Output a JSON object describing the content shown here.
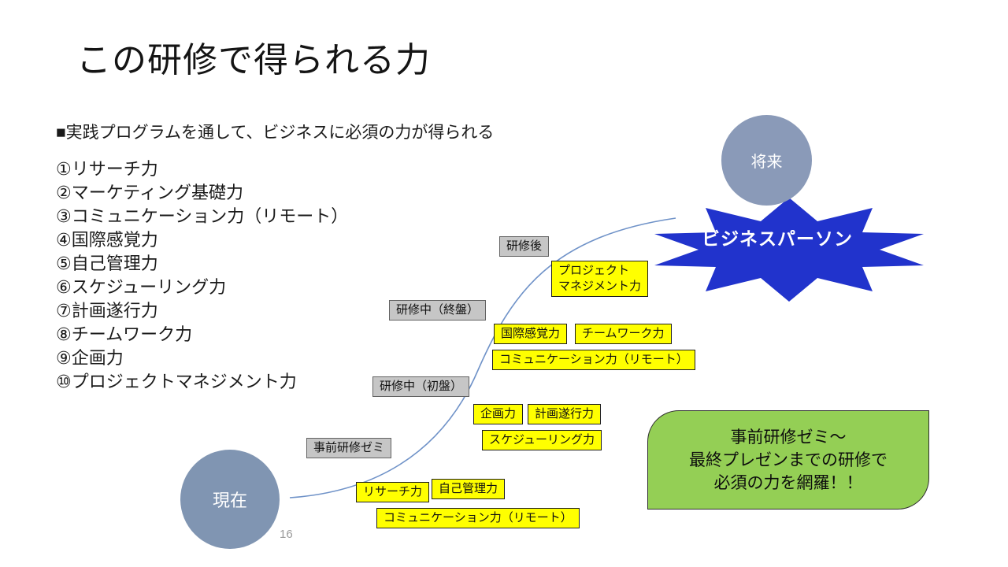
{
  "slide": {
    "title": "この研修で得られる力",
    "lead": "■実践プログラムを通して、ビジネスに必須の力が得られる",
    "skills": [
      "①リサーチ力",
      "②マーケティング基礎力",
      "③コミュニケーション力（リモート）",
      "④国際感覚力",
      "⑤自己管理力",
      "⑥スケジューリング力",
      "⑦計画遂行力",
      "⑧チームワーク力",
      "⑨企画力",
      "⑩プロジェクトマネジメント力"
    ],
    "page_number": "16"
  },
  "diagram": {
    "start_label": "現在",
    "end_label": "将来",
    "goal_label": "ビジネスパーソン",
    "stages": [
      "事前研修ゼミ",
      "研修中（初盤）",
      "研修中（終盤）",
      "研修後"
    ],
    "tags": {
      "research": "リサーチ力",
      "self_management": "自己管理力",
      "communication_early": "コミュニケーション力（リモート）",
      "planning": "企画力",
      "plan_execution": "計画遂行力",
      "scheduling": "スケジューリング力",
      "global_sense": "国際感覚力",
      "teamwork": "チームワーク力",
      "communication_late": "コミュニケーション力（リモート）",
      "project_management": "プロジェクト\nマネジメント力"
    }
  },
  "callout": {
    "line1": "事前研修ゼミ～",
    "line2": "最終プレゼンまでの研修で",
    "line3": "必須の力を網羅！！"
  },
  "colors": {
    "star_blue": "#2133cc",
    "circle_gray_blue": "#8496b4",
    "stage_gray": "#c6c6c6",
    "tag_yellow": "#ffff00",
    "callout_green": "#94cf55",
    "curve_blue": "#6f92c8"
  }
}
